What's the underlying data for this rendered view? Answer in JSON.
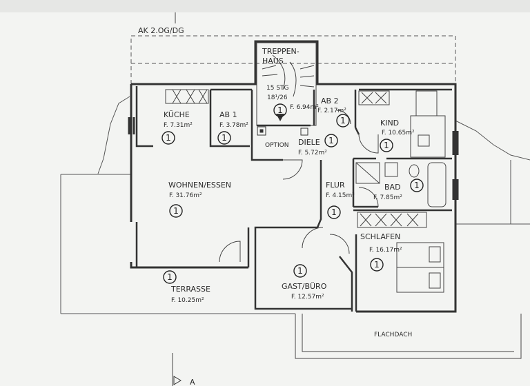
{
  "header_label": "AK 2.OG/DG",
  "flachdach": "FLACHDACH",
  "section_marker": "A",
  "stair": {
    "line1": "TREPPEN-",
    "line2": "HAUS",
    "steps": "15 STG",
    "ratio": "18¹/26"
  },
  "option": "OPTION",
  "unit_badge": "1",
  "rooms": [
    {
      "id": "kueche",
      "name": "KÜCHE",
      "area": "F. 7.31m²"
    },
    {
      "id": "ab1",
      "name": "AB 1",
      "area": "F. 3.78m²"
    },
    {
      "id": "treppe",
      "name": "",
      "area": "F. 6.94m²"
    },
    {
      "id": "ab2",
      "name": "AB 2",
      "area": "F. 2.17m²"
    },
    {
      "id": "kind",
      "name": "KIND",
      "area": "F. 10.65m²"
    },
    {
      "id": "diele",
      "name": "DIELE",
      "area": "F. 5.72m²"
    },
    {
      "id": "wohnen",
      "name": "WOHNEN/ESSEN",
      "area": "F. 31.76m²"
    },
    {
      "id": "flur",
      "name": "FLUR",
      "area": "F. 4.15m²"
    },
    {
      "id": "bad",
      "name": "BAD",
      "area": "F. 7.85m²"
    },
    {
      "id": "schlafen",
      "name": "SCHLAFEN",
      "area": "F. 16.17m²"
    },
    {
      "id": "terrasse",
      "name": "TERRASSE",
      "area": "F. 10.25m²"
    },
    {
      "id": "gast",
      "name": "GAST/BÜRO",
      "area": "F. 12.57m²"
    }
  ]
}
